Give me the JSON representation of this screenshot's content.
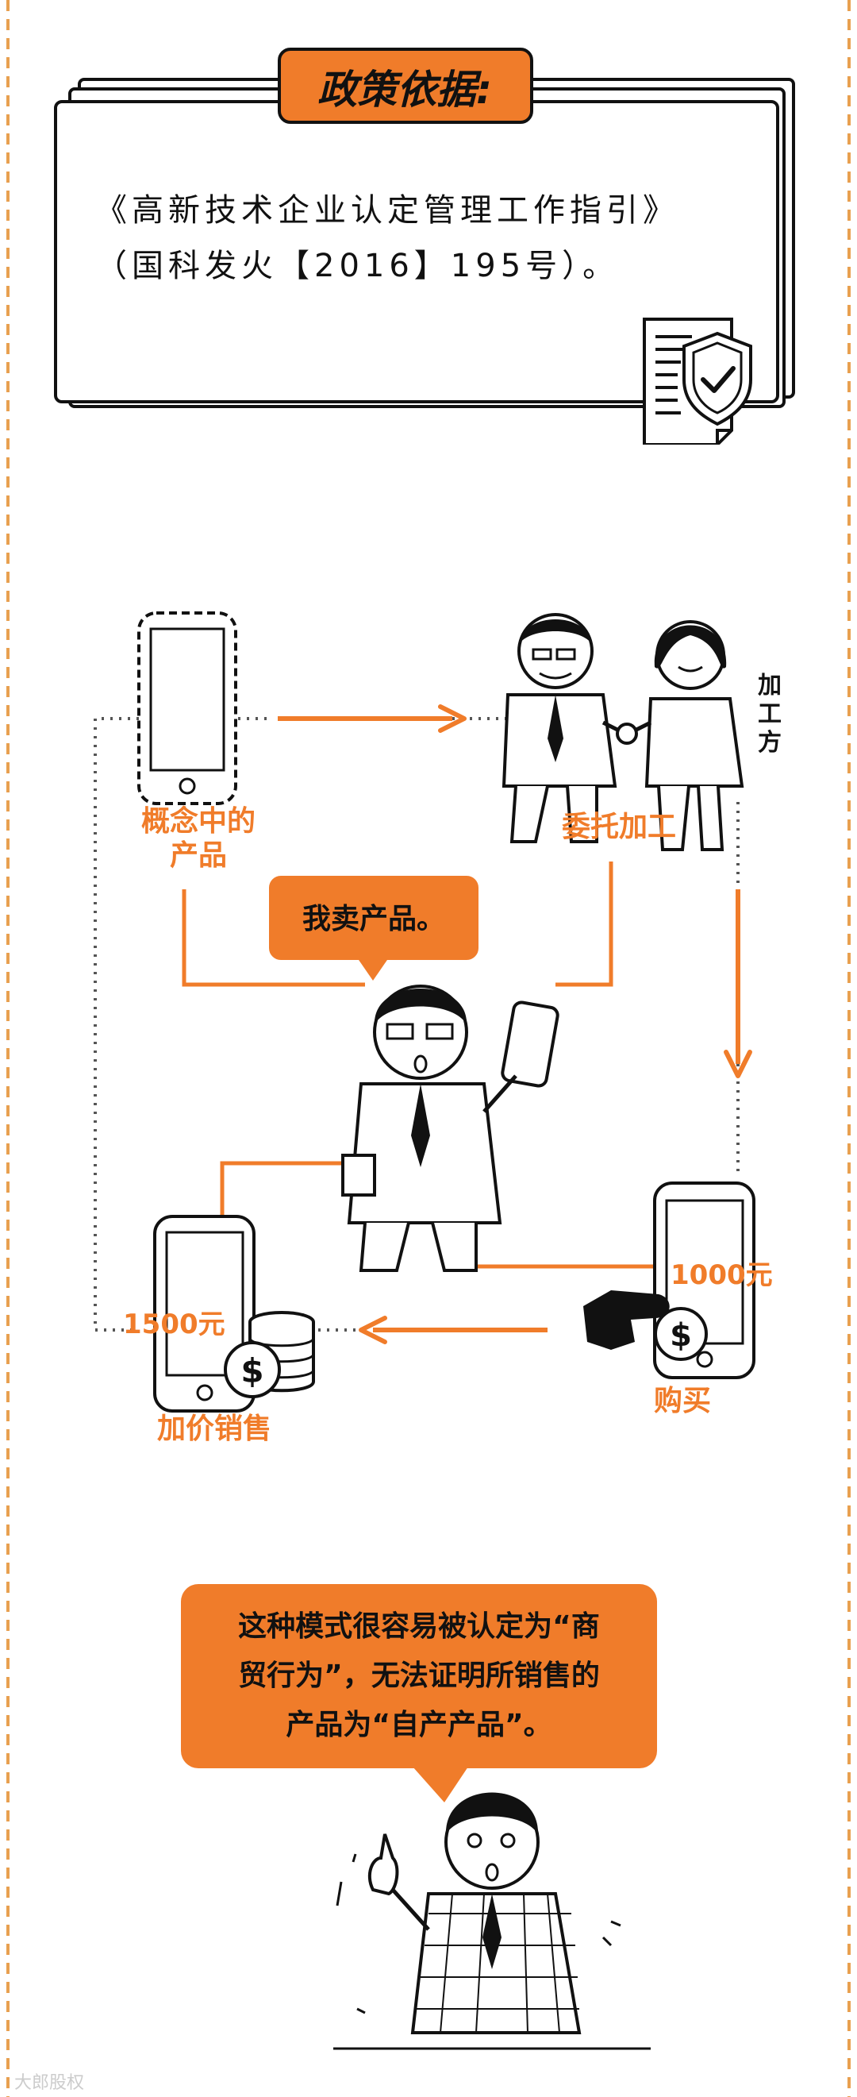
{
  "policy": {
    "title": "政策依据:",
    "line1": "《高新技术企业认定管理工作指引》",
    "line2": "（国科发火【2016】195号）。"
  },
  "flow": {
    "concept_product_line1": "概念中的",
    "concept_product_line2": "产品",
    "entrust_processing": "委托加工",
    "processor_side": [
      "加",
      "工",
      "方"
    ],
    "speech_sell": "我卖产品。",
    "price_purchase": "1000元",
    "purchase": "购买",
    "price_sale": "1500元",
    "markup_sale": "加价销售"
  },
  "conclusion": {
    "line1": "这种模式很容易被认定为“商",
    "line2": "贸行为”，无法证明所销售的",
    "line3": "产品为“自产产品”。"
  },
  "watermark": "大郎股权",
  "colors": {
    "orange": "#f07c2a",
    "border_dash": "#e8a050",
    "ink": "#111111"
  },
  "icons": [
    "shield-check-icon",
    "document-icon",
    "smartphone-icon",
    "coin-stack-icon",
    "dollar-coin-icon",
    "hand-coin-icon",
    "arrow-right-icon",
    "arrow-down-icon",
    "arrow-left-icon"
  ]
}
